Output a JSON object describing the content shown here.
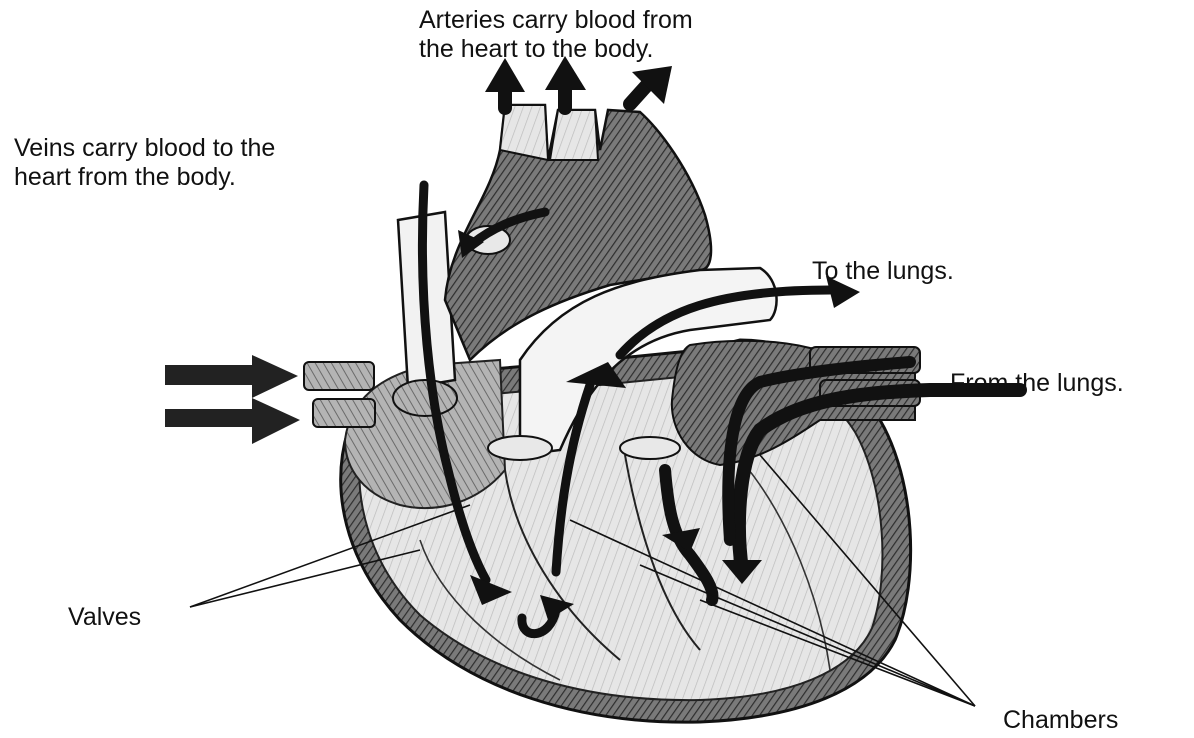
{
  "labels": {
    "arteries": [
      "Arteries carry blood from",
      "the heart to the body."
    ],
    "veins": [
      "Veins carry blood to the",
      "heart from the body."
    ],
    "to_lungs": "To the lungs.",
    "from_lungs": "From the lungs.",
    "valves": "Valves",
    "chambers": "Chambers"
  },
  "colors": {
    "ink": "#111111",
    "shade_dark": "#5a5a5a",
    "shade_mid": "#9a9a9a",
    "shade_light": "#d2d2d2",
    "paper": "#ffffff"
  }
}
